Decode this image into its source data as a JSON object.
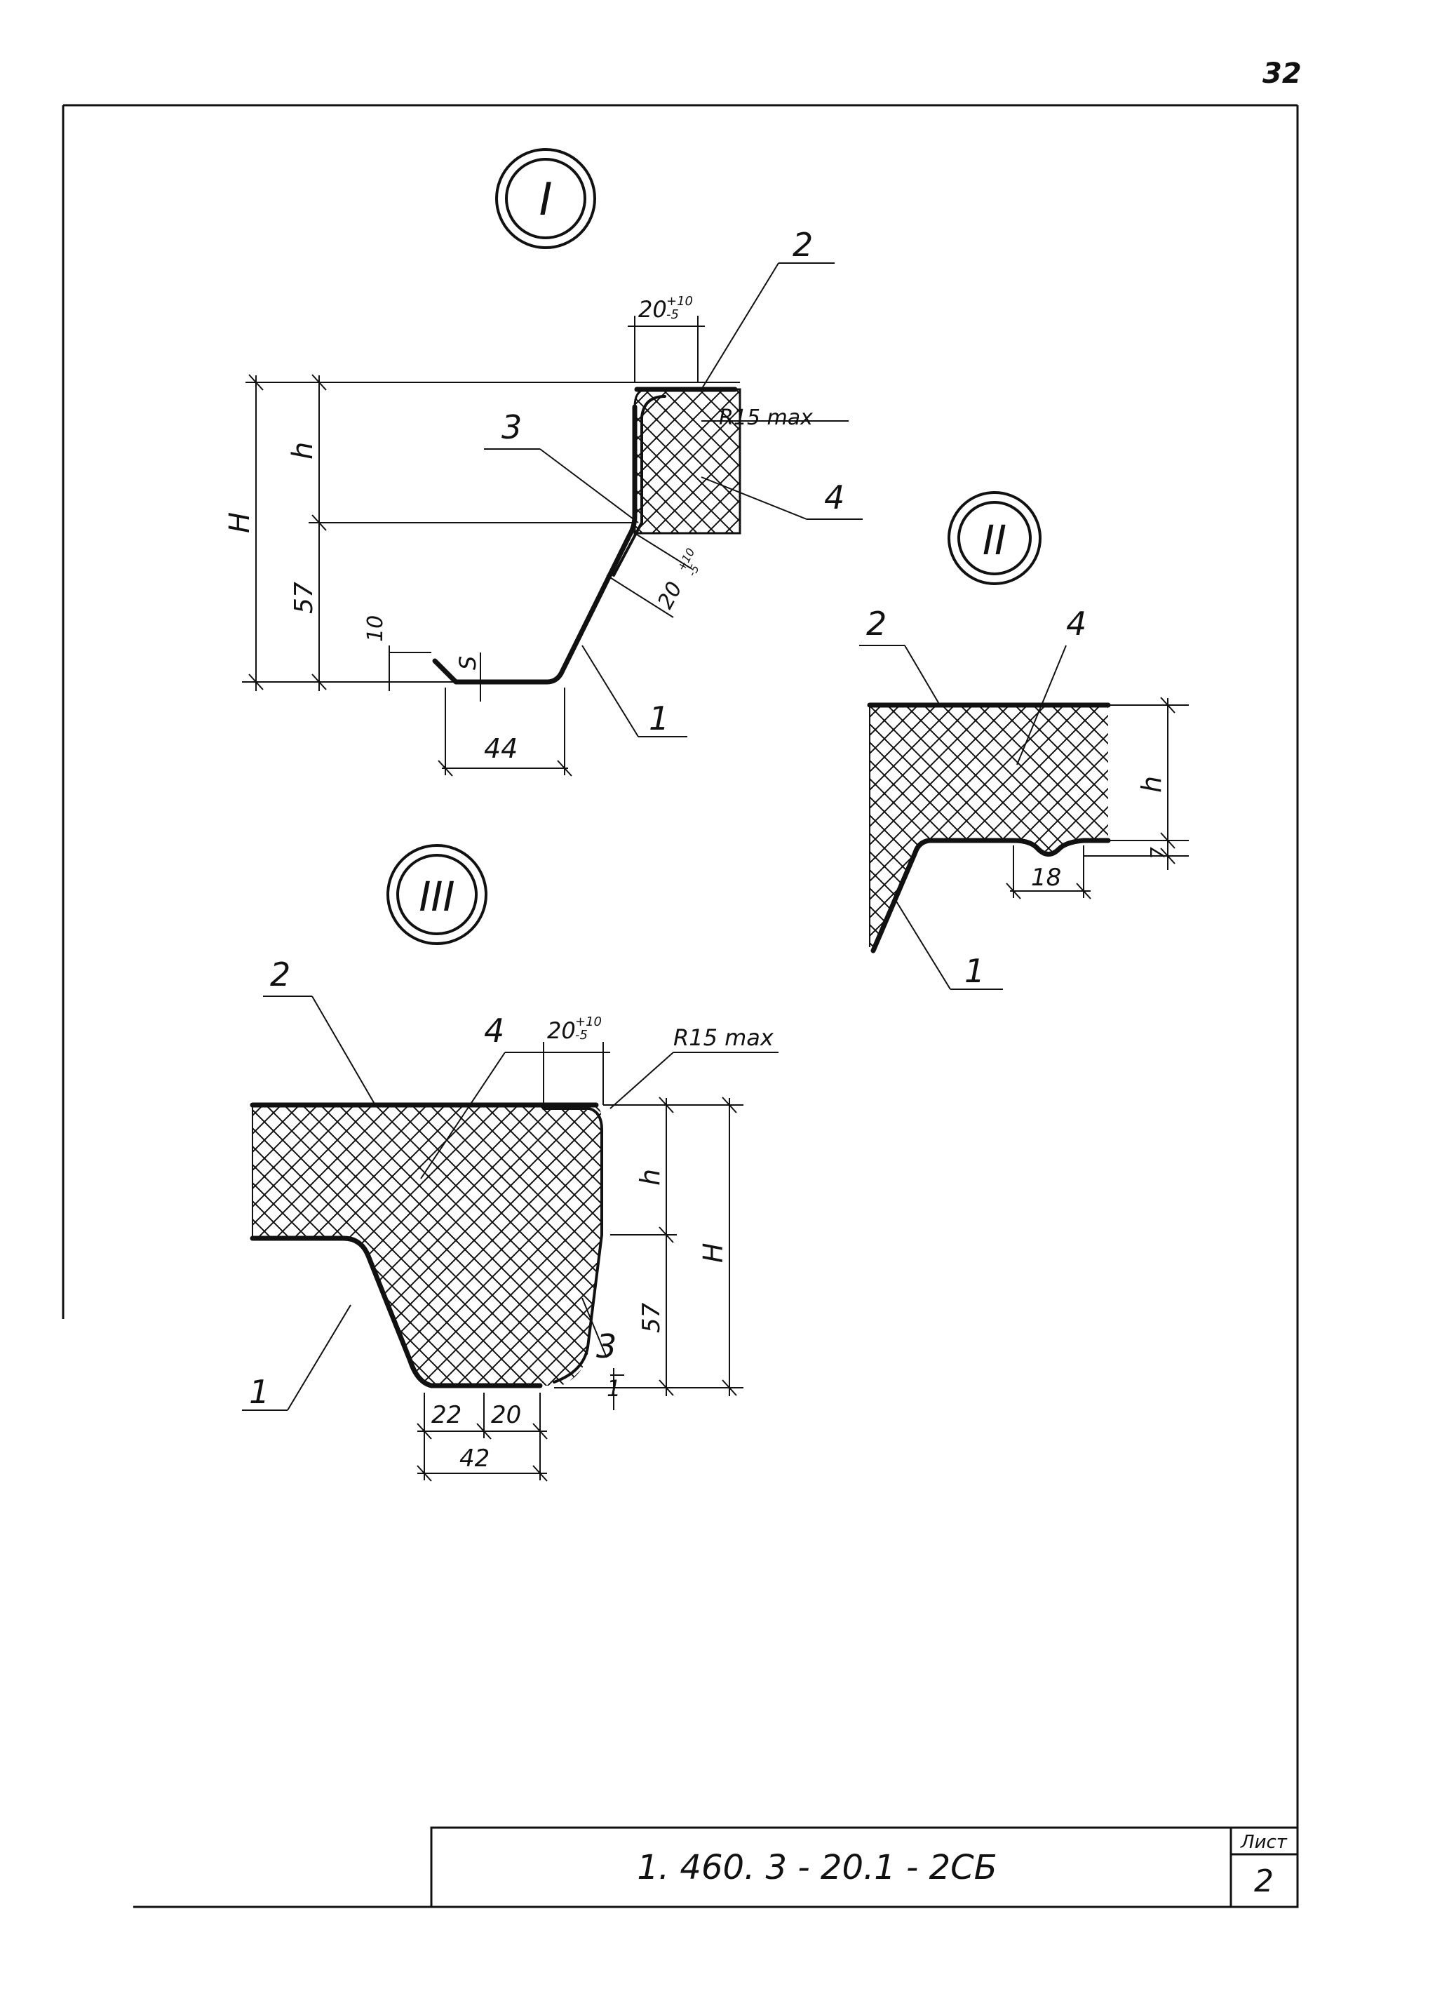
{
  "sheet": {
    "page_number": "32",
    "document_code": "1. 460. 3 - 20.1 - 2СБ",
    "sheet_label": "Лист",
    "sheet_number": "2"
  },
  "detail_I": {
    "marker": "I",
    "callouts": {
      "p1": "1",
      "p2": "2",
      "p3": "3",
      "p4": "4"
    },
    "dims": {
      "H": "H",
      "h": "h",
      "d57": "57",
      "d10": "10",
      "s": "S",
      "d44": "44",
      "top_width_base": "20",
      "top_width_tol": "+10\n-5",
      "slope_base": "20",
      "slope_tol": "+10\n-5",
      "radius": "R15 max"
    }
  },
  "detail_II": {
    "marker": "II",
    "callouts": {
      "p1": "1",
      "p2": "2",
      "p4": "4"
    },
    "dims": {
      "h": "h",
      "d7": "7",
      "d18": "18"
    }
  },
  "detail_III": {
    "marker": "III",
    "callouts": {
      "p1": "1",
      "p2": "2",
      "p3": "3",
      "p4": "4"
    },
    "dims": {
      "H": "H",
      "h": "h",
      "d57": "57",
      "d1": "1",
      "d22": "22",
      "d20": "20",
      "d42": "42",
      "top_width_base": "20",
      "top_width_tol": "+10\n-5",
      "radius": "R15 max"
    }
  }
}
